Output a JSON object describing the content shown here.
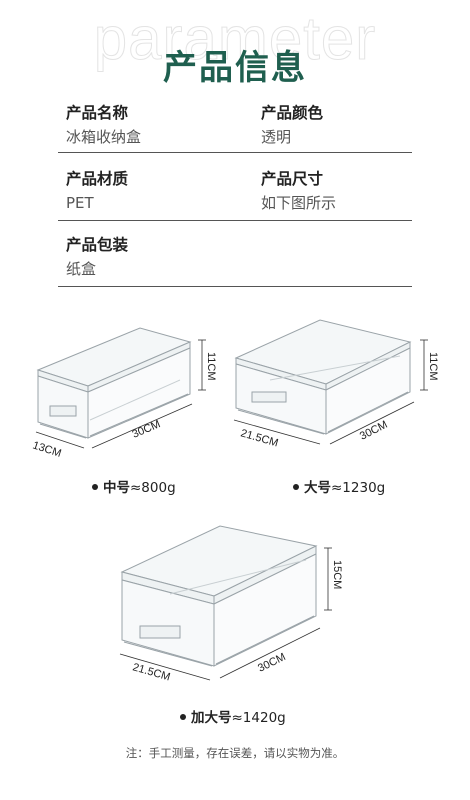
{
  "watermark": "parameter",
  "title": "产品信息",
  "specs": {
    "name_label": "产品名称",
    "name_value": "冰箱收纳盒",
    "color_label": "产品颜色",
    "color_value": "透明",
    "material_label": "产品材质",
    "material_value": "PET",
    "size_label": "产品尺寸",
    "size_value": "如下图所示",
    "package_label": "产品包装",
    "package_value": "纸盒"
  },
  "products": [
    {
      "name": "中号",
      "weight": "≈800g",
      "depth": "13CM",
      "length": "30CM",
      "height": "11CM"
    },
    {
      "name": "大号",
      "weight": "≈1230g",
      "depth": "21.5CM",
      "length": "30CM",
      "height": "11CM"
    },
    {
      "name": "加大号",
      "weight": "≈1420g",
      "depth": "21.5CM",
      "length": "30CM",
      "height": "15CM"
    }
  ],
  "note": "注：手工测量，存在误差，请以实物为准。",
  "colors": {
    "title": "#1f5f4f",
    "rule": "#555555",
    "box_stroke": "#9aa3a8"
  }
}
